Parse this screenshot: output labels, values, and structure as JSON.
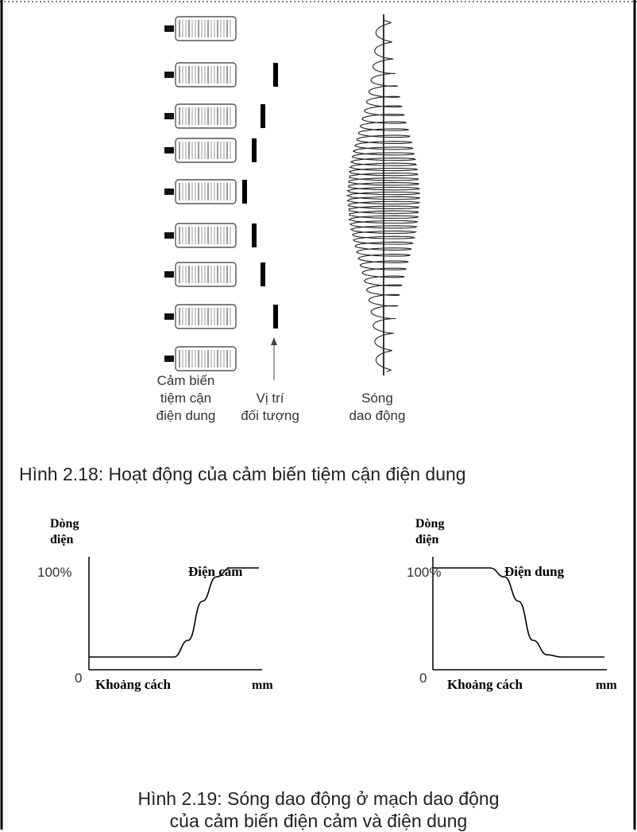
{
  "figure_top": {
    "sensor_label": [
      "Cảm biến",
      "tiệm cận",
      "điện dung"
    ],
    "object_label": [
      "Vị trí",
      "đối tượng"
    ],
    "wave_label": [
      "Sóng",
      "dao động"
    ],
    "caption": "Hình 2.18: Hoạt động của cảm biến tiệm cận điện dung"
  },
  "chart_data": [
    {
      "type": "line",
      "title": "Điện cảm",
      "ylabel": "Dòng điện",
      "xlabel": "Khoảng cách",
      "x_unit": "mm",
      "y_max_label": "100%",
      "y_min_label": "0",
      "series": [
        {
          "values": [
            10,
            10,
            10,
            10,
            10,
            10,
            10,
            25,
            60,
            82,
            90,
            90,
            90
          ]
        }
      ]
    },
    {
      "type": "line",
      "title": "Điện dung",
      "ylabel": "Dòng điện",
      "xlabel": "Khoảng cách",
      "x_unit": "mm",
      "y_max_label": "100%",
      "y_min_label": "0",
      "series": [
        {
          "values": [
            90,
            90,
            90,
            90,
            90,
            82,
            60,
            25,
            12,
            10,
            10,
            10,
            10
          ]
        }
      ]
    }
  ],
  "caption_bottom": [
    "Hình 2.19: Sóng dao động ở mạch dao động",
    "của cảm biến điện cảm và điện dung"
  ]
}
